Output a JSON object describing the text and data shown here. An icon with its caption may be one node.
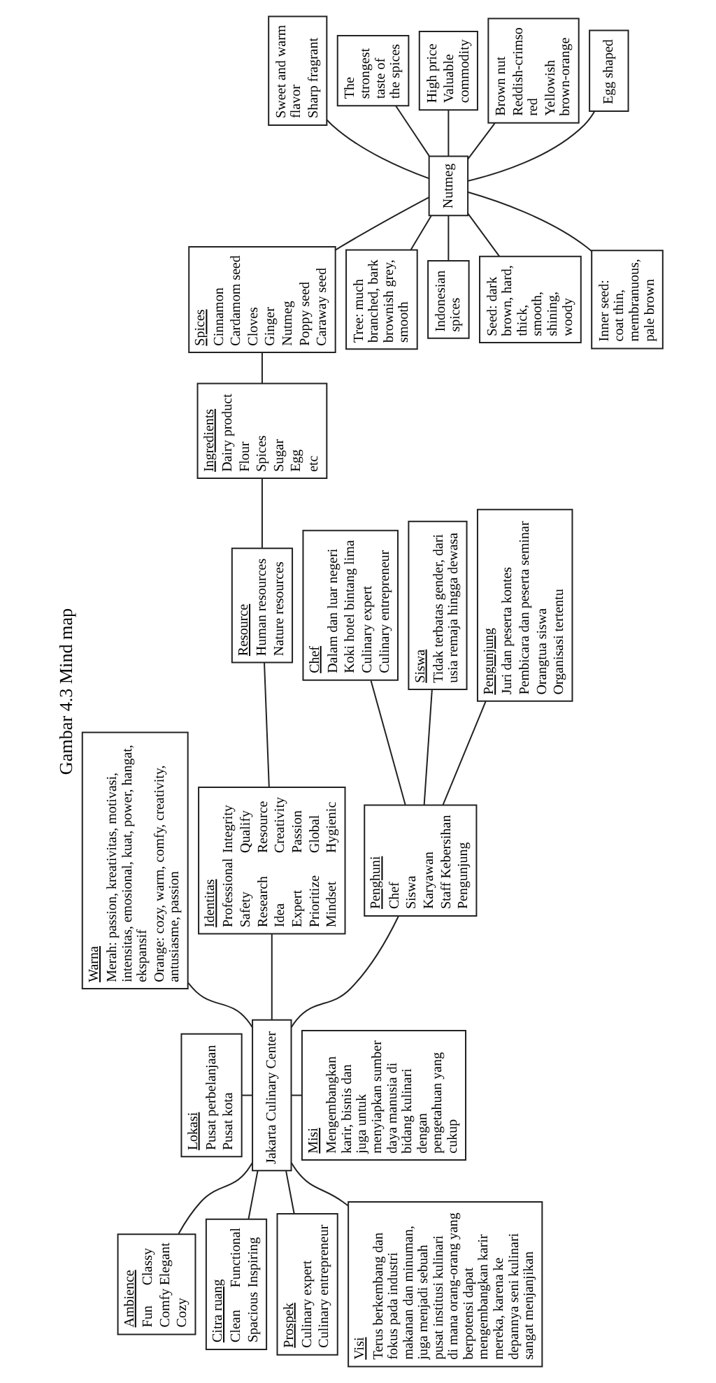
{
  "diagram": {
    "title": "Gambar 4.3 Mind map",
    "nodes": [
      {
        "text": [
          "Ambience",
          "Fun",
          "Classy",
          "Comfy",
          "Elegant",
          "Cozy"
        ]
      },
      {
        "text": [
          "Citra ruang",
          "Clean",
          "Functional",
          "Spacious",
          "Inspiring"
        ]
      },
      {
        "text": [
          "Prospek",
          "Culinary expert",
          "Culinary entrepreneur"
        ]
      },
      {
        "text": [
          "Visi",
          "Terus berkembang dan fokus pada industri makanan dan minuman, juga menjadi sebuah pusat institusi kulinari di mana orang-orang yang berpotensi dapat mengembangkan karir mereka, karena ke depannya seni kulinari sangat menjanjikan"
        ]
      },
      {
        "text": [
          "Lokasi",
          "Pusat perbelanjaan",
          "Pusat kota"
        ]
      },
      {
        "text": [
          "Jakarta Culinary Center"
        ]
      },
      {
        "text": [
          "Misi",
          "Mengembangkan karir, bisnis dan juga untuk menyiapkan sumber daya manusia di bidang kulinari dengan pengetahuan yang cukup"
        ]
      },
      {
        "text": [
          "Warna",
          "Merah: passion, kreativitas, motivasi, intensitas, emosional, kuat, power, hangat, ekspansif",
          "Orange: cozy, warm, comfy, creativity, antusiasme, passion"
        ]
      },
      {
        "text": [
          "Identitas",
          "Professional",
          "Integrity",
          "Safety",
          "Qualify",
          "Research",
          "Resource",
          "Idea",
          "Creativity",
          "Expert",
          "Passion",
          "Prioritize",
          "Global",
          "Mindset",
          "Hygienic"
        ]
      },
      {
        "text": [
          "Penghuni",
          "Chef",
          "Siswa",
          "Karyawan",
          "Staff Kebersihan",
          "Pengunjung"
        ]
      },
      {
        "text": [
          "Resource",
          "Human resources",
          "Nature resources"
        ]
      },
      {
        "text": [
          "Chef",
          "Dalam dan luar negeri",
          "Koki hotel bintang lima",
          "Culinary expert",
          "Culinary entrepreneur"
        ]
      },
      {
        "text": [
          "Siswa",
          "Tidak terbatas gender, dari usia remaja hingga dewasa"
        ]
      },
      {
        "text": [
          "Pengunjung",
          "Juri dan peserta kontes",
          "Pembicara dan peserta seminar",
          "Orangtua siswa",
          "Organisasi tertentu"
        ]
      },
      {
        "text": [
          "Ingredients",
          "Dairy product",
          "Flour",
          "Spices",
          "Sugar",
          "Egg",
          "etc"
        ]
      },
      {
        "text": [
          "Tree: much branched, bark brownish grey, smooth"
        ]
      },
      {
        "text": [
          "Indonesian spices"
        ]
      },
      {
        "text": [
          "Spices",
          "Cinnamon",
          "Cardamom seed",
          "Cloves",
          "Ginger",
          "Nutmeg",
          "Poppy seed",
          "Caraway seed"
        ]
      },
      {
        "text": [
          "Seed: dark brown, hard, thick, smooth, shining, woody"
        ]
      },
      {
        "text": [
          "Inner seed: coat thin, membranuous, pale brown"
        ]
      },
      {
        "text": [
          "Nutmeg"
        ]
      },
      {
        "text": [
          "Sweet and warm flavor",
          "Sharp fragrant"
        ]
      },
      {
        "text": [
          "The strongest taste of the spices"
        ]
      },
      {
        "text": [
          "High price",
          "Valuable commodity"
        ]
      },
      {
        "text": [
          "Brown nut",
          "Reddish-crimso red",
          "Yellowish brown-orange"
        ]
      },
      {
        "text": [
          "Egg shaped"
        ]
      }
    ],
    "edges": [
      {
        "from": 0,
        "to": 5,
        "arrow": "none"
      },
      {
        "from": 1,
        "to": 5,
        "arrow": "none"
      },
      {
        "from": 2,
        "to": 5,
        "arrow": "none"
      },
      {
        "from": 3,
        "to": 5,
        "arrow": "none"
      },
      {
        "from": 4,
        "to": 5,
        "arrow": "none"
      },
      {
        "from": 5,
        "to": 6,
        "arrow": "none"
      },
      {
        "from": 5,
        "to": 7,
        "arrow": "none"
      },
      {
        "from": 5,
        "to": 8,
        "arrow": "none"
      },
      {
        "from": 5,
        "to": 9,
        "arrow": "none"
      },
      {
        "from": 8,
        "to": 10,
        "arrow": "none"
      },
      {
        "from": 9,
        "to": 11,
        "arrow": "none"
      },
      {
        "from": 9,
        "to": 12,
        "arrow": "none"
      },
      {
        "from": 9,
        "to": 13,
        "arrow": "none"
      },
      {
        "from": 10,
        "to": 14,
        "arrow": "none"
      },
      {
        "from": 14,
        "to": 17,
        "arrow": "none"
      },
      {
        "from": 15,
        "to": 20,
        "arrow": "none"
      },
      {
        "from": 16,
        "to": 20,
        "arrow": "none"
      },
      {
        "from": 17,
        "to": 20,
        "arrow": "none"
      },
      {
        "from": 18,
        "to": 20,
        "arrow": "none"
      },
      {
        "from": 19,
        "to": 20,
        "arrow": "none"
      },
      {
        "from": 20,
        "to": 21,
        "arrow": "none"
      },
      {
        "from": 20,
        "to": 22,
        "arrow": "none"
      },
      {
        "from": 20,
        "to": 23,
        "arrow": "none"
      },
      {
        "from": 20,
        "to": 24,
        "arrow": "none"
      },
      {
        "from": 20,
        "to": 25,
        "arrow": "none"
      }
    ]
  }
}
